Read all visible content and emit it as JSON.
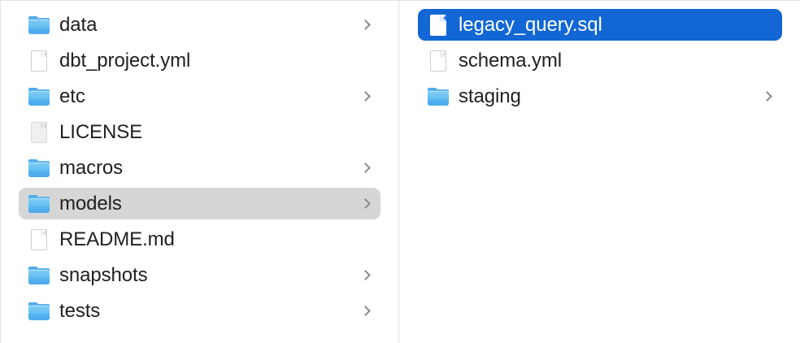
{
  "app": {
    "view_mode": "column-view",
    "background_color": "#ffffff",
    "divider_color": "#e0e0e0",
    "selection_active_color": "#1267d4",
    "selection_inactive_color": "#d6d6d6",
    "text_color": "#212121",
    "chevron_color": "#8a8a8a"
  },
  "columns": [
    {
      "name": "parent-column",
      "items": [
        {
          "label": "data",
          "icon": "folder-icon",
          "kind": "folder",
          "has_chevron": true,
          "selected": false,
          "selection": "none"
        },
        {
          "label": "dbt_project.yml",
          "icon": "file-icon",
          "kind": "file",
          "has_chevron": false,
          "selected": false,
          "selection": "none"
        },
        {
          "label": "etc",
          "icon": "folder-icon",
          "kind": "folder",
          "has_chevron": true,
          "selected": false,
          "selection": "none"
        },
        {
          "label": "LICENSE",
          "icon": "file-icon",
          "kind": "file",
          "has_chevron": false,
          "selected": false,
          "selection": "none"
        },
        {
          "label": "macros",
          "icon": "folder-icon",
          "kind": "folder",
          "has_chevron": true,
          "selected": false,
          "selection": "none"
        },
        {
          "label": "models",
          "icon": "folder-icon",
          "kind": "folder",
          "has_chevron": true,
          "selected": true,
          "selection": "inactive"
        },
        {
          "label": "README.md",
          "icon": "file-icon",
          "kind": "file",
          "has_chevron": false,
          "selected": false,
          "selection": "none"
        },
        {
          "label": "snapshots",
          "icon": "folder-icon",
          "kind": "folder",
          "has_chevron": true,
          "selected": false,
          "selection": "none"
        },
        {
          "label": "tests",
          "icon": "folder-icon",
          "kind": "folder",
          "has_chevron": true,
          "selected": false,
          "selection": "none"
        }
      ]
    },
    {
      "name": "child-column",
      "items": [
        {
          "label": "legacy_query.sql",
          "icon": "file-icon",
          "kind": "file",
          "has_chevron": false,
          "selected": true,
          "selection": "active"
        },
        {
          "label": "schema.yml",
          "icon": "file-icon",
          "kind": "file",
          "has_chevron": false,
          "selected": false,
          "selection": "none"
        },
        {
          "label": "staging",
          "icon": "folder-icon",
          "kind": "folder",
          "has_chevron": true,
          "selected": false,
          "selection": "none"
        }
      ]
    }
  ]
}
